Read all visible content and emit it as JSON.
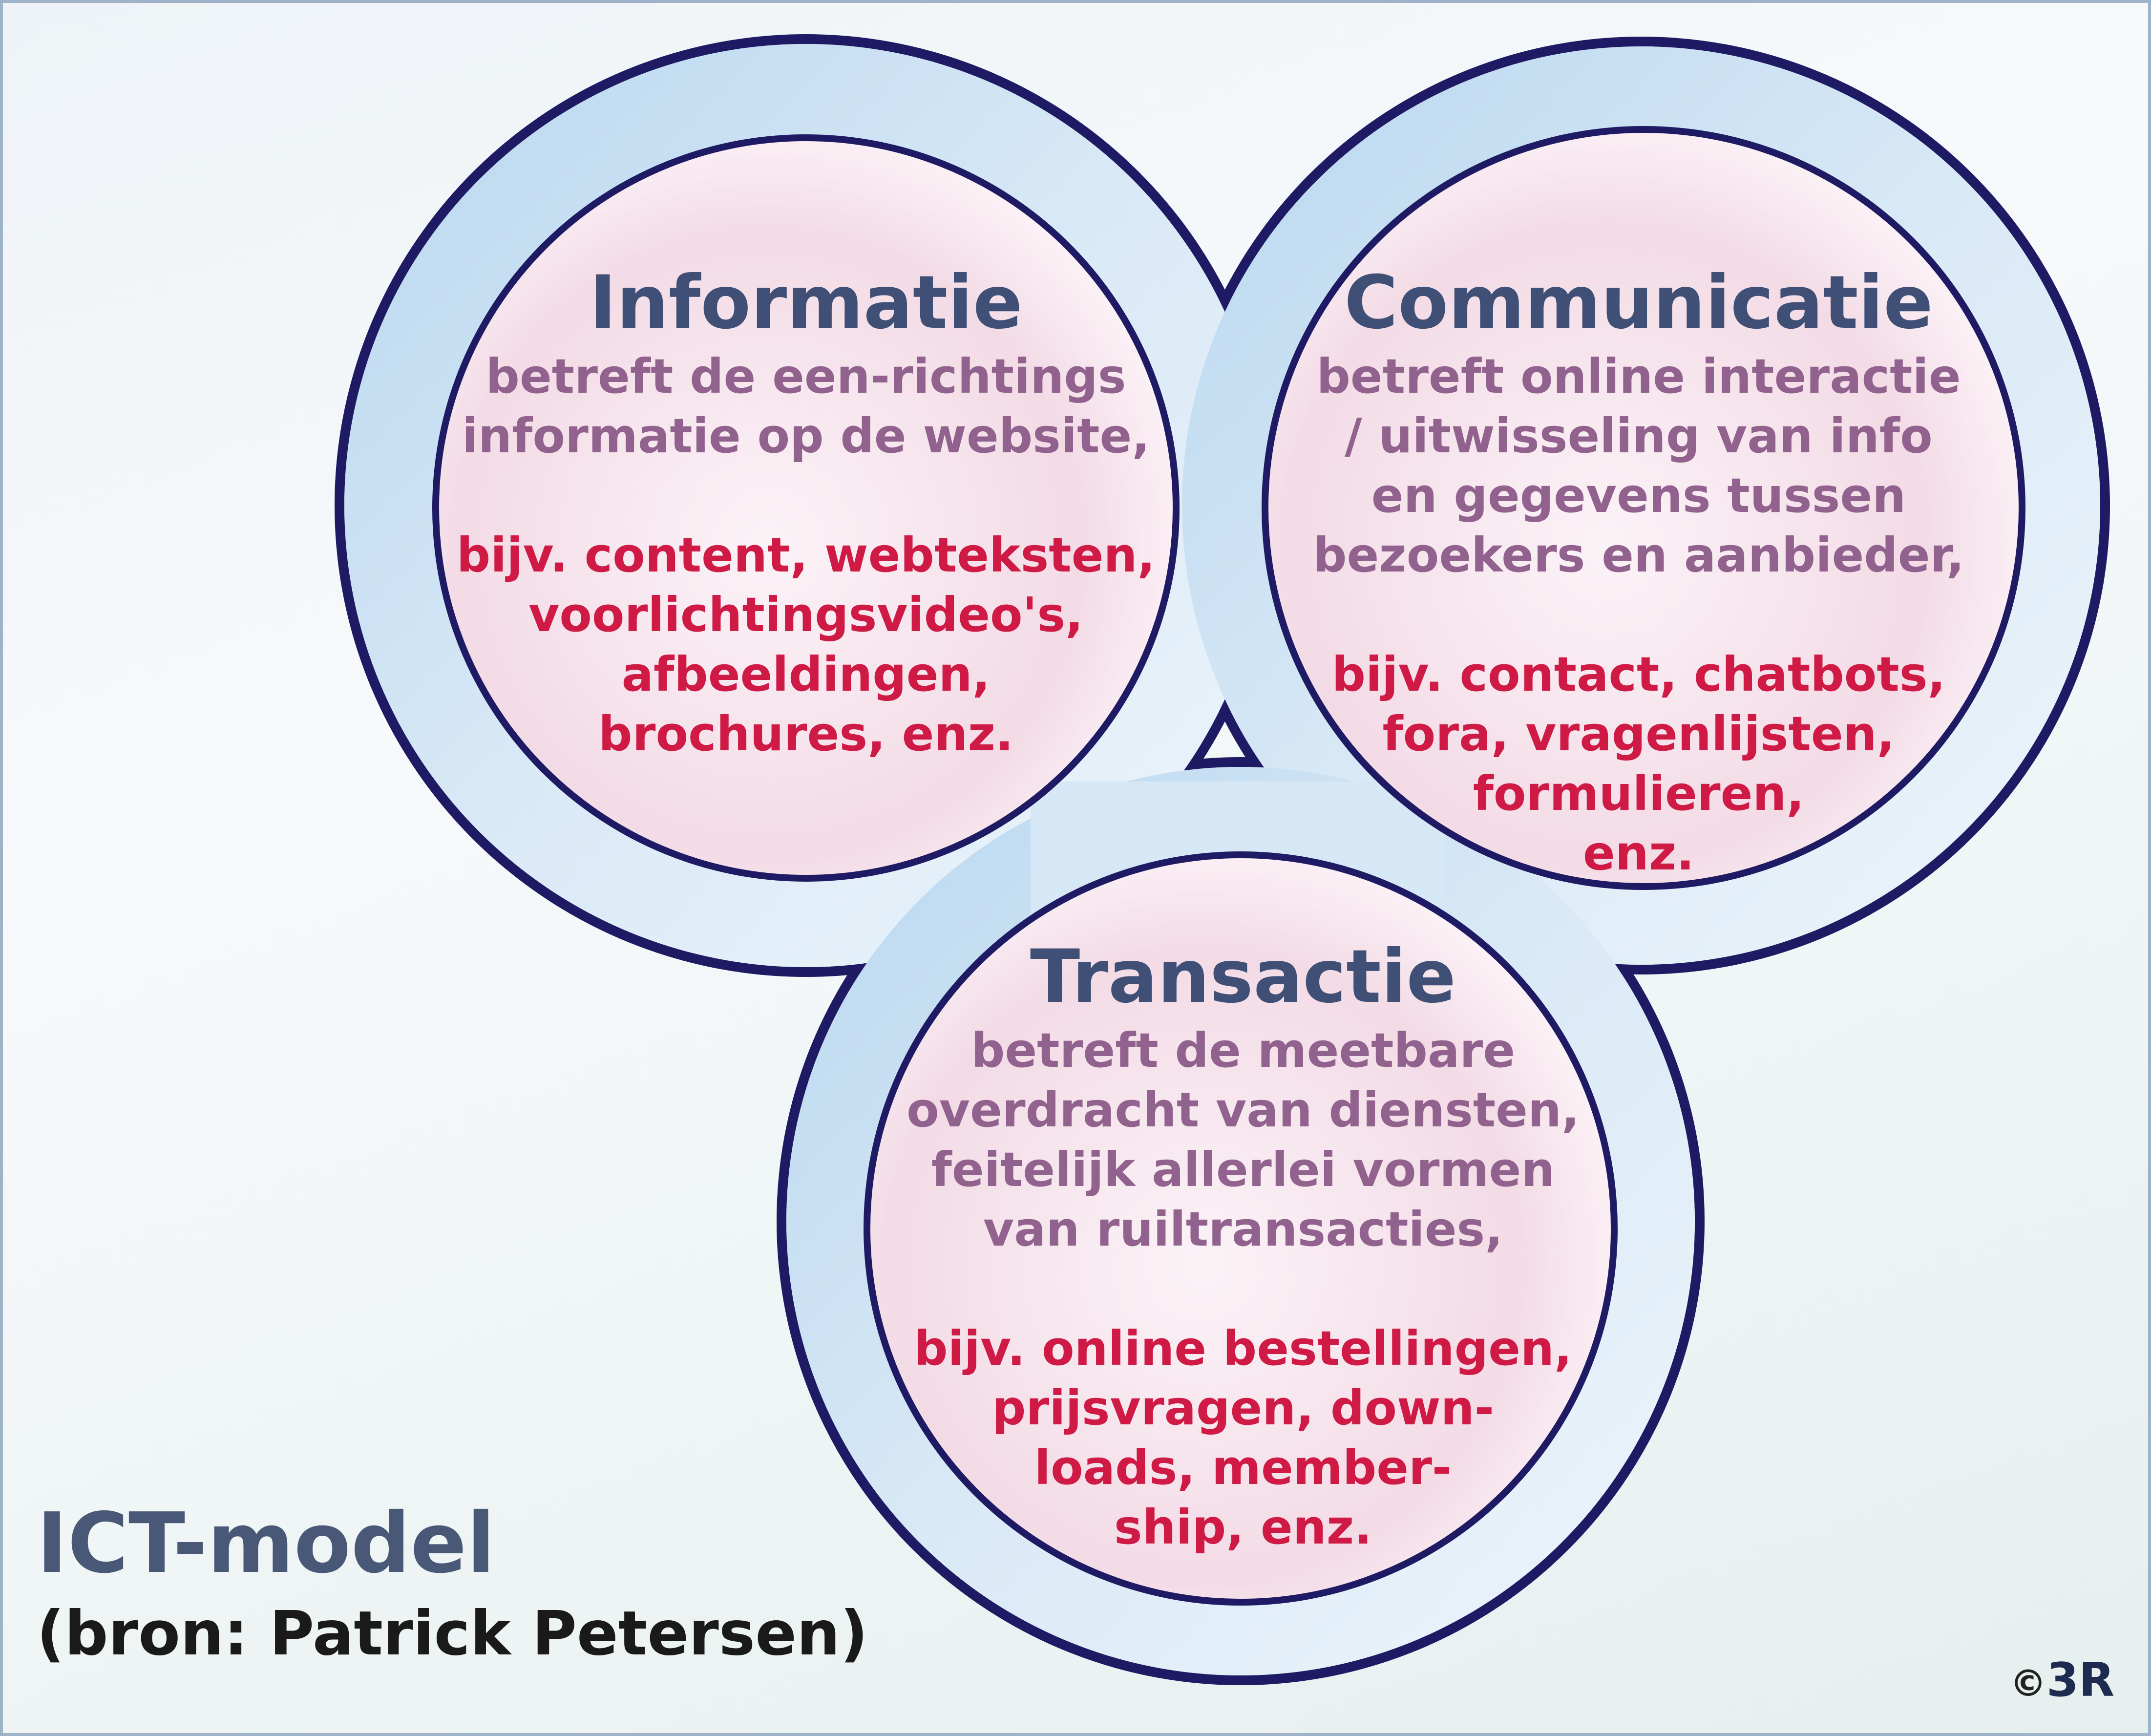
{
  "circles": {
    "informatie": {
      "title": "Informatie",
      "description": "betreft de een-richtings\ninformatie op de website,",
      "examples": "bijv. content, webteksten,\nvoorlichtingsvideo's,\nafbeeldingen,\nbrochures, enz."
    },
    "communicatie": {
      "title": "Communicatie",
      "description": "betreft online interactie\n/ uitwisseling van info\nen gegevens tussen\nbezoekers en aanbieder,",
      "examples": "bijv. contact, chatbots,\nfora, vragenlijsten,\nformulieren,\nenz."
    },
    "transactie": {
      "title": "Transactie",
      "description": "betreft de meetbare\noverdracht van diensten,\nfeitelijk allerlei vormen\nvan ruiltransacties,",
      "examples": "bijv. online bestellingen,\nprijsvragen, down-\nloads, member-\nship, enz."
    }
  },
  "footer": {
    "title": "ICT-model",
    "source": "(bron: Patrick Petersen)"
  },
  "logo": {
    "copyright": "©",
    "mark": "3R"
  },
  "colors": {
    "outline": "#1e1a64",
    "title": "#3f4f75",
    "description": "#91628e",
    "examples": "#cf1a45",
    "ring_blue": "#98c4ea",
    "inner_pink": "#f4d3e0"
  }
}
